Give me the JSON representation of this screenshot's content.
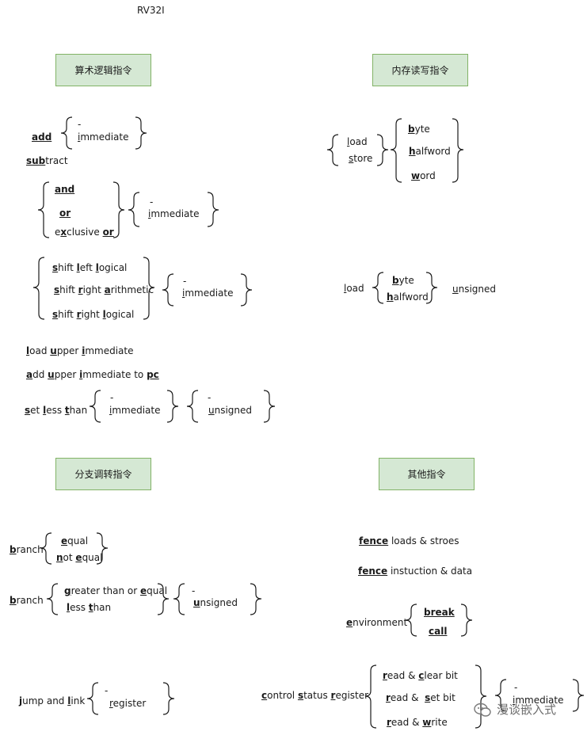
{
  "title": "RV32I",
  "headers": {
    "arith": "算术逻辑指令",
    "memory": "内存读写指令",
    "branch": "分支调转指令",
    "other": "其他指令"
  },
  "terms": {
    "dash": "-",
    "add": "add",
    "subtract": "subtract",
    "immediate": "immediate",
    "and": "and",
    "or": "or",
    "exclusive_or": "exclusive or",
    "shift_left_logical": "shift left logical",
    "shift_right_arithmetic": "shift right arithmetic",
    "shift_right_logical": "shift right logical",
    "load_upper_immediate": "load upper immediate",
    "add_upper_immediate_to_pc": "add upper immediate to pc",
    "set_less_than": "set less than",
    "unsigned": "unsigned",
    "load": "load",
    "store": "store",
    "byte": "byte",
    "halfword": "halfword",
    "word": "word",
    "branch": "branch",
    "equal": "equal",
    "not_equal": "not equal",
    "greater_than_or_equal": "greater than or equal",
    "less_than": "less than",
    "jump_and_link": "jump and link",
    "register": "register",
    "fence_loads_stores": "fence loads & stroes",
    "fence_instruction_data": "fence instuction & data",
    "environment": "environment",
    "break": "break",
    "call": "call",
    "control_status_register": "control status register",
    "read_clear_bit": "read & clear bit",
    "read_set_bit": "read &  set bit",
    "read_write": "read & write"
  },
  "watermark": "漫谈嵌入式",
  "colors": {
    "header_fill": "#d5e8d4",
    "header_border": "#82b366",
    "text": "#1a1a1a",
    "brace": "#1a1a1a"
  },
  "icons": [
    "wechat-logo-icon"
  ]
}
